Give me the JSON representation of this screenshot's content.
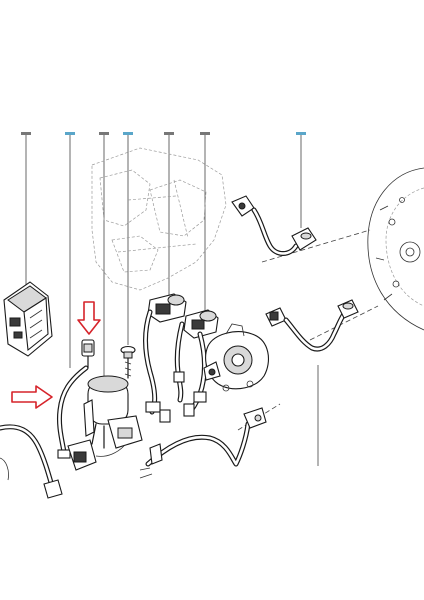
{
  "diagram": {
    "type": "exploded-parts-diagram",
    "callout_marks": [
      {
        "style": "plain"
      },
      {
        "style": "highlighted"
      },
      {
        "style": "plain"
      },
      {
        "style": "highlighted"
      },
      {
        "style": "plain"
      },
      {
        "style": "plain"
      },
      {
        "style": "highlighted"
      }
    ],
    "colors": {
      "line": "#1a1a1a",
      "arrow": "#d6232a",
      "callout_highlight": "#5aa6c9",
      "background": "#ffffff"
    },
    "arrows": [
      {
        "name": "down-arrow",
        "direction": "down"
      },
      {
        "name": "right-arrow",
        "direction": "right"
      }
    ]
  }
}
